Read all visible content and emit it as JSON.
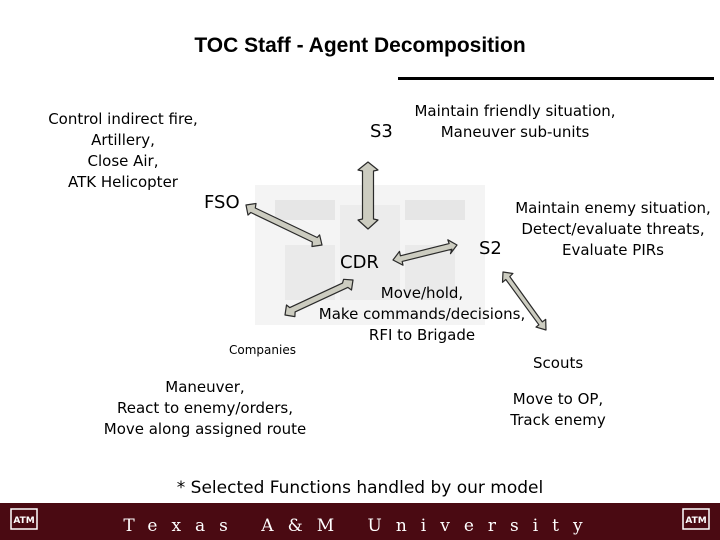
{
  "title": "TOC Staff - Agent Decomposition",
  "nodes": {
    "s3": "S3",
    "fso": "FSO",
    "cdr": "CDR",
    "s2": "S2",
    "companies": "Companies",
    "scouts": "Scouts"
  },
  "functions": {
    "s3": [
      "Maintain friendly situation,",
      "Maneuver sub-units"
    ],
    "fso": [
      "Control indirect fire,",
      "Artillery,",
      "Close Air,",
      "ATK Helicopter"
    ],
    "s2": [
      "Maintain enemy situation,",
      "Detect/evaluate threats,",
      "Evaluate PIRs"
    ],
    "cdr": [
      "Move/hold,",
      "Make commands/decisions,",
      "RFI to Brigade"
    ],
    "companies": [
      "Maneuver,",
      "React to enemy/orders,",
      "Move along assigned route"
    ],
    "scouts": [
      "Move to OP,",
      "Track enemy"
    ]
  },
  "footnote": "* Selected Functions handled by our model",
  "footer": {
    "university": "Texas A&M University",
    "logo_text": "ATM"
  },
  "colors": {
    "arrow_fill": "#ccccc0",
    "arrow_stroke": "#2a2a2a",
    "footer_bar": "#4a0a12"
  }
}
